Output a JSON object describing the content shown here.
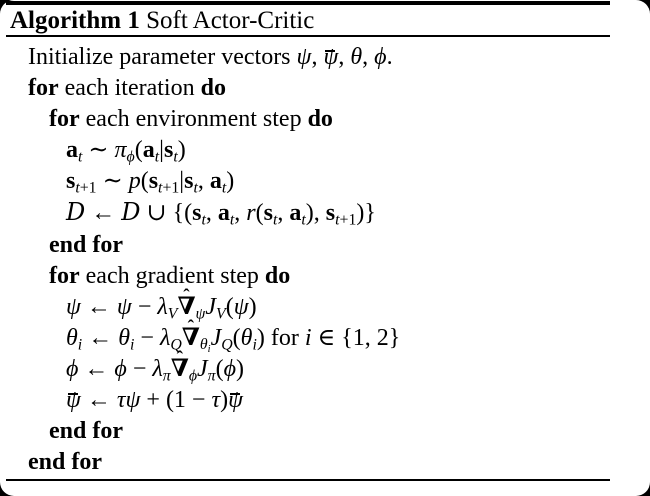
{
  "figure": {
    "caption": {
      "label": "Algorithm 1",
      "title": " Soft Actor-Critic"
    },
    "hat_mark": "ˆ",
    "colors": {
      "text": "#000000",
      "paper": "#ffffff",
      "frame": "#000000"
    },
    "lines": [
      {
        "indent": 0,
        "tokens": [
          {
            "r": "Initialize parameter vectors "
          },
          {
            "i": "ψ"
          },
          {
            "r": ", "
          },
          {
            "bar": "ψ"
          },
          {
            "r": ", "
          },
          {
            "i": "θ"
          },
          {
            "r": ", "
          },
          {
            "i": "ϕ"
          },
          {
            "r": "."
          }
        ]
      },
      {
        "indent": 0,
        "tokens": [
          {
            "b": "for"
          },
          {
            "r": " each iteration "
          },
          {
            "b": "do"
          }
        ]
      },
      {
        "indent": 1,
        "tokens": [
          {
            "b": "for"
          },
          {
            "r": " each environment step "
          },
          {
            "b": "do"
          }
        ]
      },
      {
        "indent": 2,
        "tokens": [
          {
            "mb": "a"
          },
          {
            "sub": [
              {
                "i": "t"
              }
            ]
          },
          {
            "r": " ∼ "
          },
          {
            "i": "π"
          },
          {
            "sub": [
              {
                "i": "ϕ"
              }
            ]
          },
          {
            "r": "("
          },
          {
            "mb": "a"
          },
          {
            "sub": [
              {
                "i": "t"
              }
            ]
          },
          {
            "r": "|"
          },
          {
            "mb": "s"
          },
          {
            "sub": [
              {
                "i": "t"
              }
            ]
          },
          {
            "r": ")"
          }
        ]
      },
      {
        "indent": 2,
        "tokens": [
          {
            "mb": "s"
          },
          {
            "sub": [
              {
                "i": "t"
              },
              {
                "r": "+1"
              }
            ]
          },
          {
            "r": " ∼ "
          },
          {
            "i": "p"
          },
          {
            "r": "("
          },
          {
            "mb": "s"
          },
          {
            "sub": [
              {
                "i": "t"
              },
              {
                "r": "+1"
              }
            ]
          },
          {
            "r": "|"
          },
          {
            "mb": "s"
          },
          {
            "sub": [
              {
                "i": "t"
              }
            ]
          },
          {
            "r": ", "
          },
          {
            "mb": "a"
          },
          {
            "sub": [
              {
                "i": "t"
              }
            ]
          },
          {
            "r": ")"
          }
        ]
      },
      {
        "indent": 2,
        "tokens": [
          {
            "sc": "D"
          },
          {
            "r": " ← "
          },
          {
            "sc": "D"
          },
          {
            "r": " ∪ {("
          },
          {
            "mb": "s"
          },
          {
            "sub": [
              {
                "i": "t"
              }
            ]
          },
          {
            "r": ", "
          },
          {
            "mb": "a"
          },
          {
            "sub": [
              {
                "i": "t"
              }
            ]
          },
          {
            "r": ", "
          },
          {
            "i": "r"
          },
          {
            "r": "("
          },
          {
            "mb": "s"
          },
          {
            "sub": [
              {
                "i": "t"
              }
            ]
          },
          {
            "r": ", "
          },
          {
            "mb": "a"
          },
          {
            "sub": [
              {
                "i": "t"
              }
            ]
          },
          {
            "r": "), "
          },
          {
            "mb": "s"
          },
          {
            "sub": [
              {
                "i": "t"
              },
              {
                "r": "+1"
              }
            ]
          },
          {
            "r": ")}"
          }
        ]
      },
      {
        "indent": 1,
        "tokens": [
          {
            "b": "end for"
          }
        ]
      },
      {
        "indent": 1,
        "tokens": [
          {
            "b": "for"
          },
          {
            "r": " each gradient step "
          },
          {
            "b": "do"
          }
        ]
      },
      {
        "indent": 2,
        "tokens": [
          {
            "i": "ψ"
          },
          {
            "r": " ← "
          },
          {
            "i": "ψ"
          },
          {
            "r": " − "
          },
          {
            "i": "λ"
          },
          {
            "sub": [
              {
                "i": "V"
              }
            ]
          },
          {
            "hat": "∇"
          },
          {
            "sub": [
              {
                "i": "ψ"
              }
            ]
          },
          {
            "i": "J"
          },
          {
            "sub": [
              {
                "i": "V"
              }
            ]
          },
          {
            "r": "("
          },
          {
            "i": "ψ"
          },
          {
            "r": ")"
          }
        ]
      },
      {
        "indent": 2,
        "tokens": [
          {
            "i": "θ"
          },
          {
            "sub": [
              {
                "i": "i"
              }
            ]
          },
          {
            "r": " ← "
          },
          {
            "i": "θ"
          },
          {
            "sub": [
              {
                "i": "i"
              }
            ]
          },
          {
            "r": " − "
          },
          {
            "i": "λ"
          },
          {
            "sub": [
              {
                "i": "Q"
              }
            ]
          },
          {
            "hat": "∇"
          },
          {
            "sub": [
              {
                "i": "θ"
              },
              {
                "sub": [
                  {
                    "i": "i"
                  }
                ]
              }
            ]
          },
          {
            "i": "J"
          },
          {
            "sub": [
              {
                "i": "Q"
              }
            ]
          },
          {
            "r": "("
          },
          {
            "i": "θ"
          },
          {
            "sub": [
              {
                "i": "i"
              }
            ]
          },
          {
            "r": ") for "
          },
          {
            "i": "i"
          },
          {
            "r": " ∈ {1, 2}"
          }
        ]
      },
      {
        "indent": 2,
        "tokens": [
          {
            "i": "ϕ"
          },
          {
            "r": " ← "
          },
          {
            "i": "ϕ"
          },
          {
            "r": " − "
          },
          {
            "i": "λ"
          },
          {
            "sub": [
              {
                "i": "π"
              }
            ]
          },
          {
            "hat": "∇"
          },
          {
            "sub": [
              {
                "i": "ϕ"
              }
            ]
          },
          {
            "i": "J"
          },
          {
            "sub": [
              {
                "i": "π"
              }
            ]
          },
          {
            "r": "("
          },
          {
            "i": "ϕ"
          },
          {
            "r": ")"
          }
        ]
      },
      {
        "indent": 2,
        "tokens": [
          {
            "bar": "ψ"
          },
          {
            "r": " ← "
          },
          {
            "i": "τψ"
          },
          {
            "r": " + (1 − "
          },
          {
            "i": "τ"
          },
          {
            "r": ")"
          },
          {
            "bar": "ψ"
          }
        ]
      },
      {
        "indent": 1,
        "tokens": [
          {
            "b": "end for"
          }
        ]
      },
      {
        "indent": 0,
        "tokens": [
          {
            "b": "end for"
          }
        ]
      }
    ]
  }
}
